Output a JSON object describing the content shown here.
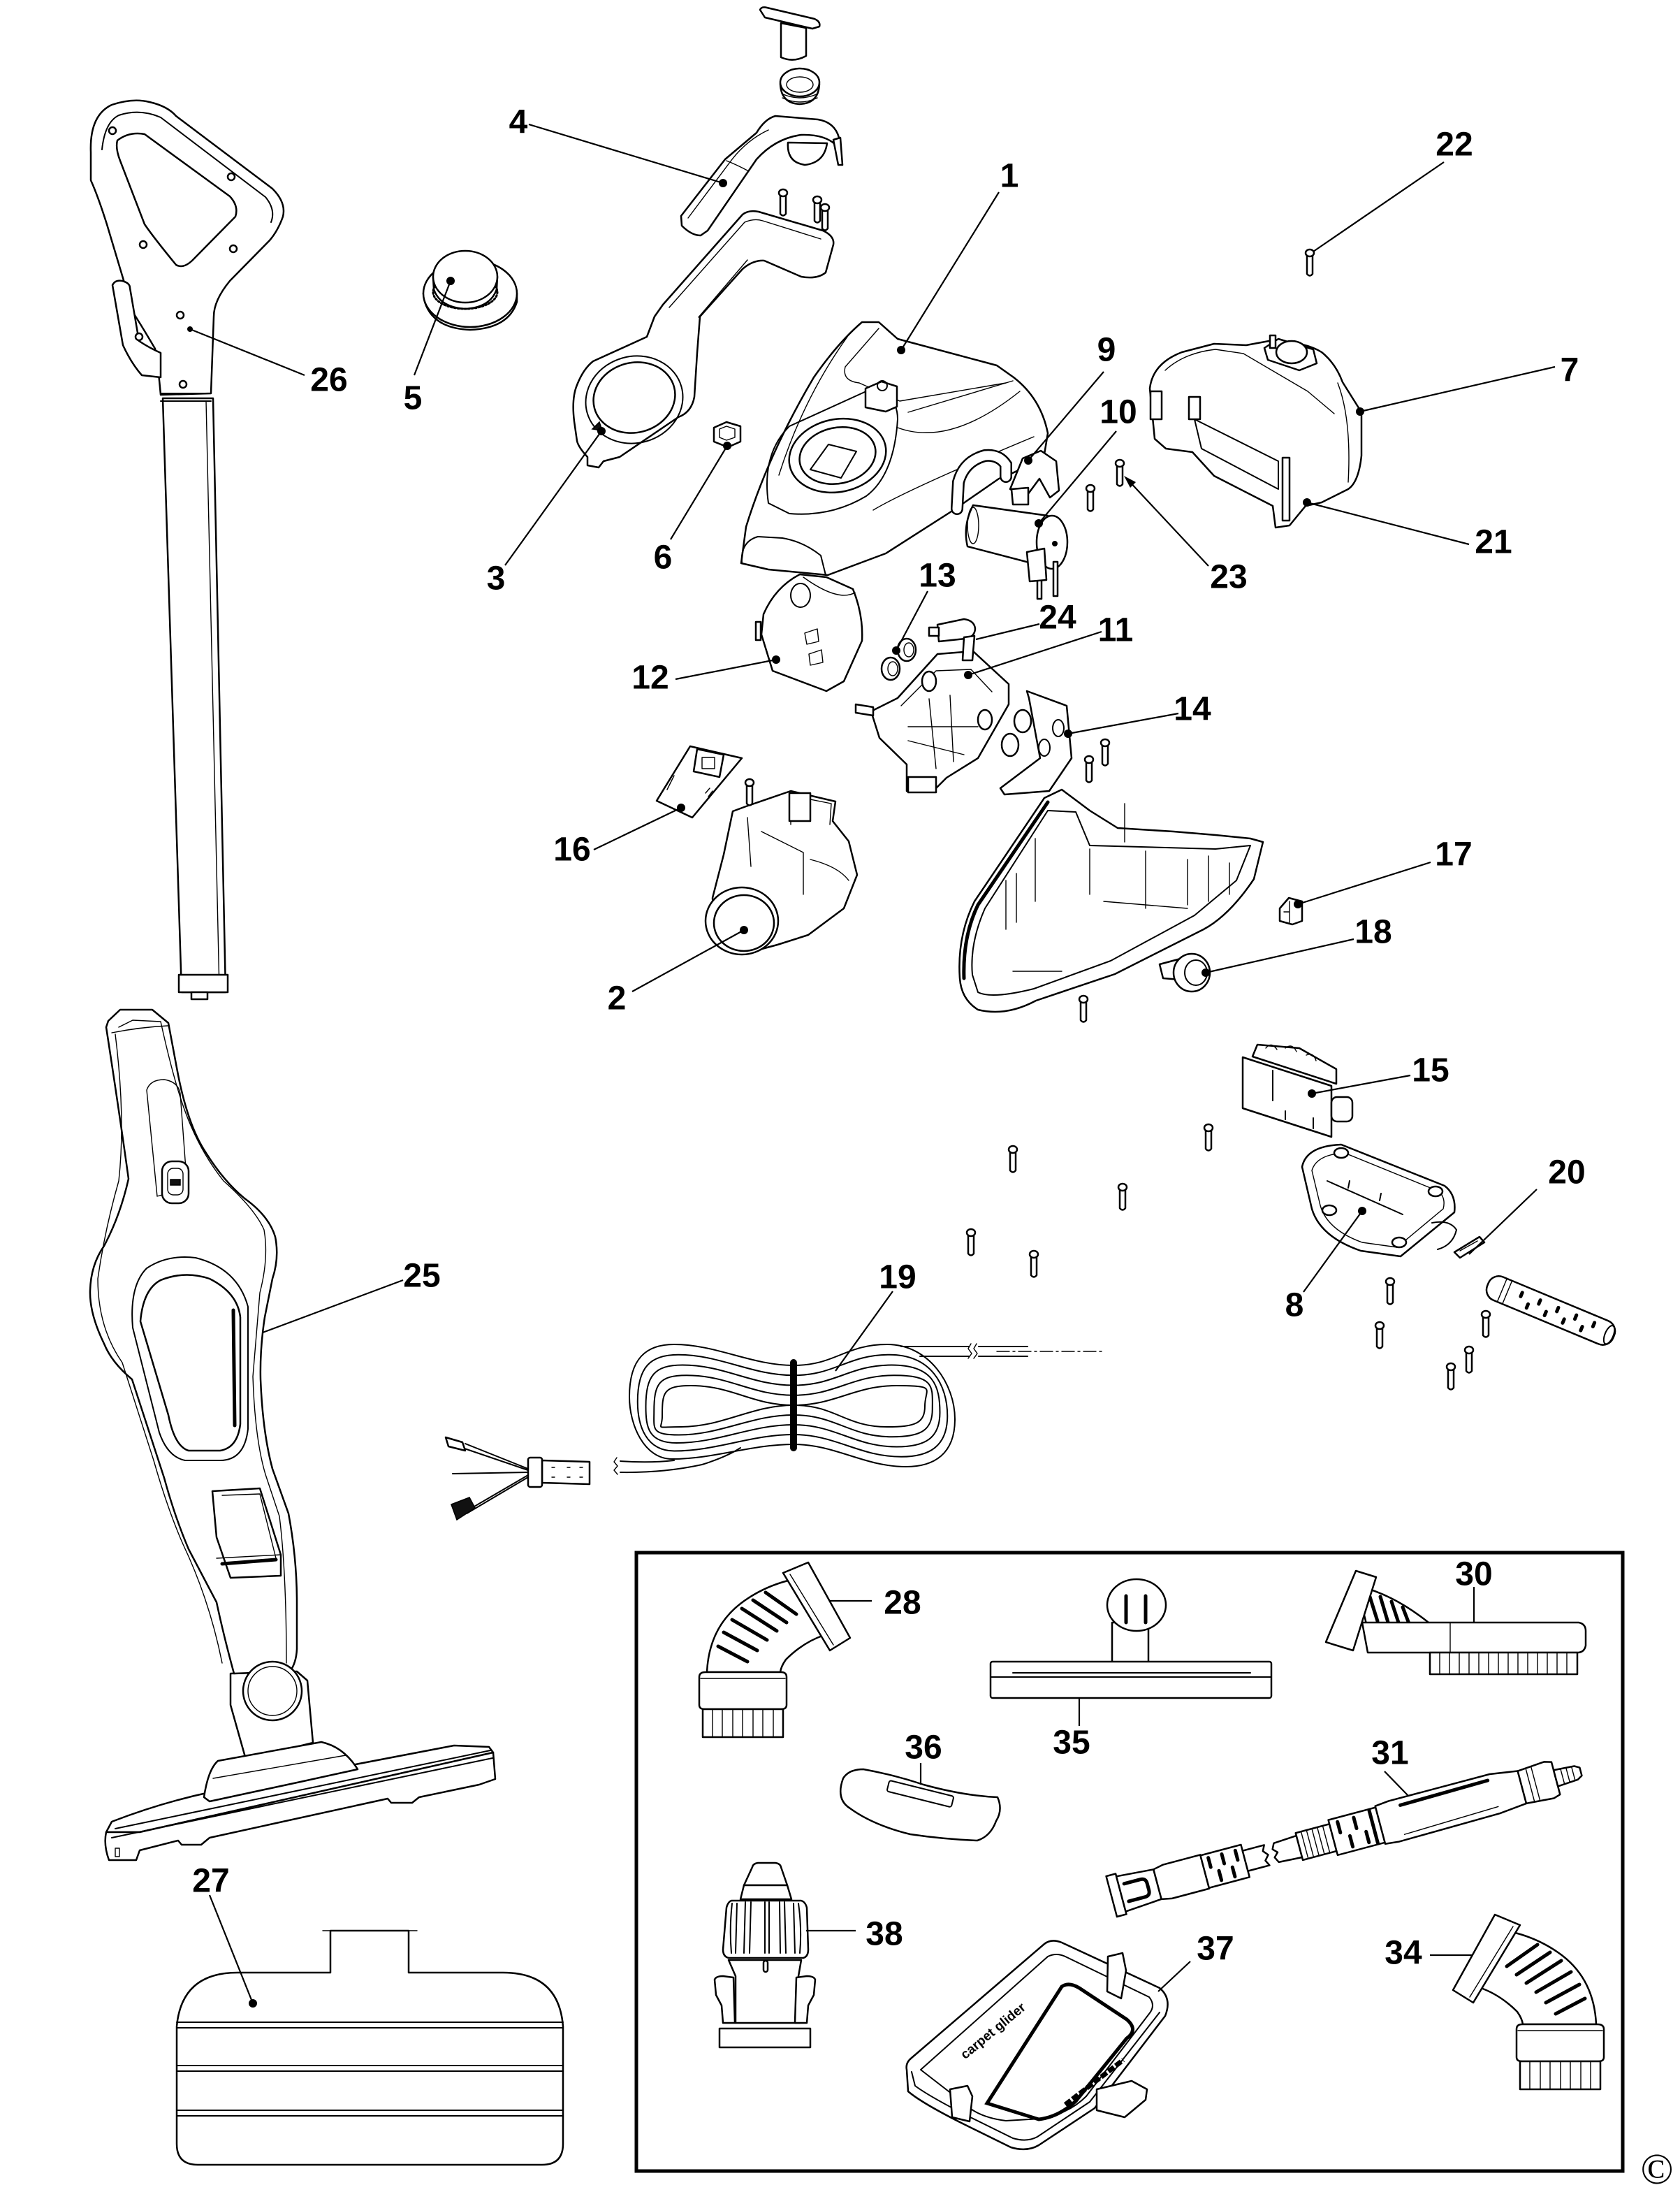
{
  "callouts": {
    "1": "1",
    "2": "2",
    "3": "3",
    "4": "4",
    "5": "5",
    "6": "6",
    "7": "7",
    "8": "8",
    "9": "9",
    "10": "10",
    "11": "11",
    "12": "12",
    "13": "13",
    "14": "14",
    "15": "15",
    "16": "16",
    "17": "17",
    "18": "18",
    "19": "19",
    "20": "20",
    "21": "21",
    "22": "22",
    "23": "23",
    "24": "24",
    "25": "25",
    "26": "26",
    "27": "27"
  },
  "accessory_kit": {
    "callouts": {
      "28": "28",
      "30": "30",
      "31": "31",
      "34": "34",
      "35": "35",
      "36": "36",
      "37": "37",
      "38": "38"
    },
    "carpet_glider_text": "carpet glider"
  },
  "copyright_mark": "©"
}
